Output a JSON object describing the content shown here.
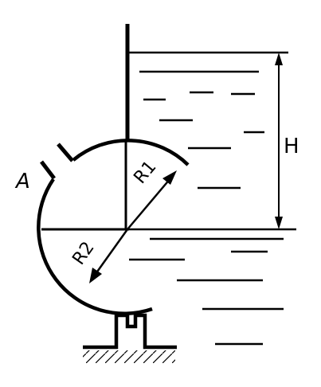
{
  "diagram": {
    "labels": {
      "height": "H",
      "radius_1": "R1",
      "radius_2": "R2",
      "point_a": "A"
    },
    "colors": {
      "ink": "#000000",
      "background": "#ffffff"
    }
  }
}
